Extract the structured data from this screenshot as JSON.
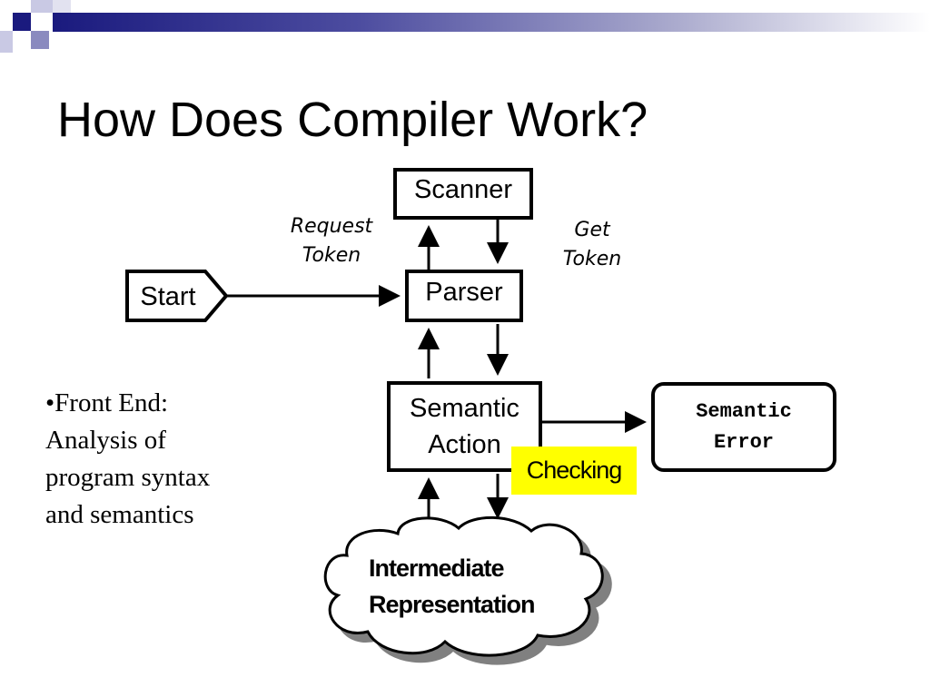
{
  "slide": {
    "title": "How Does Compiler Work?",
    "body_text": [
      "•Front End:",
      "Analysis of",
      "program syntax",
      "and semantics"
    ]
  },
  "diagram": {
    "start": "Start",
    "scanner": "Scanner",
    "parser": "Parser",
    "semantic_action": [
      "Semantic",
      "Action"
    ],
    "semantic_error": [
      "Semantic",
      "Error"
    ],
    "checking": "Checking",
    "intermediate_representation": [
      "Intermediate",
      "Representation"
    ],
    "request_token": [
      "Request",
      "Token"
    ],
    "get_token": [
      "Get",
      "Token"
    ]
  },
  "colors": {
    "header_dark": "#1a1a7e",
    "header_light": "#a8a8cc",
    "highlight": "#ffff00",
    "cloud_shadow": "#808080"
  }
}
